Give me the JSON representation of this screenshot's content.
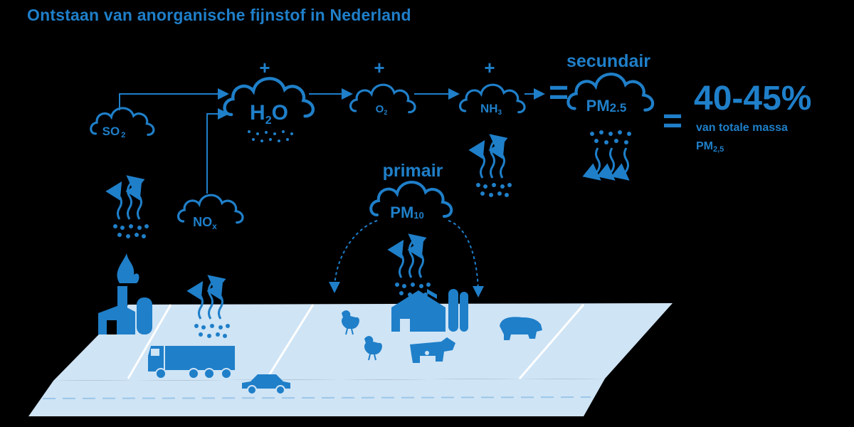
{
  "title": "Ontstaan van anorganische fijnstof in Nederland",
  "colors": {
    "accent": "#1f7fc9",
    "ground": "#cfe4f5",
    "background": "#000000"
  },
  "clouds": {
    "so2": {
      "main": "SO",
      "sub": "2"
    },
    "nox": {
      "main": "NO",
      "sub": "x"
    },
    "h2o": {
      "main1": "H",
      "sub": "2",
      "main2": "O"
    },
    "o2": {
      "main": "O",
      "sub": "2"
    },
    "nh3": {
      "main": "NH",
      "sub": "3"
    },
    "pm25": {
      "main": "PM",
      "sub": "2.5"
    },
    "pm10": {
      "main": "PM",
      "sub": "10"
    }
  },
  "plus": "+",
  "equals": "=",
  "labels": {
    "secundair": "secundair",
    "primair": "primair",
    "percentage": "40-45%",
    "mass_line1": "van totale massa",
    "mass_line2_main": "PM",
    "mass_line2_sub": "2,5"
  },
  "icons": [
    "factory-icon",
    "flame-icon",
    "truck-icon",
    "car-icon",
    "chicken-icon",
    "farm-barn-icon",
    "silo-icon",
    "cow-icon",
    "pig-icon",
    "cloud-icon",
    "rising-arrows-icon",
    "falling-arrows-icon"
  ]
}
